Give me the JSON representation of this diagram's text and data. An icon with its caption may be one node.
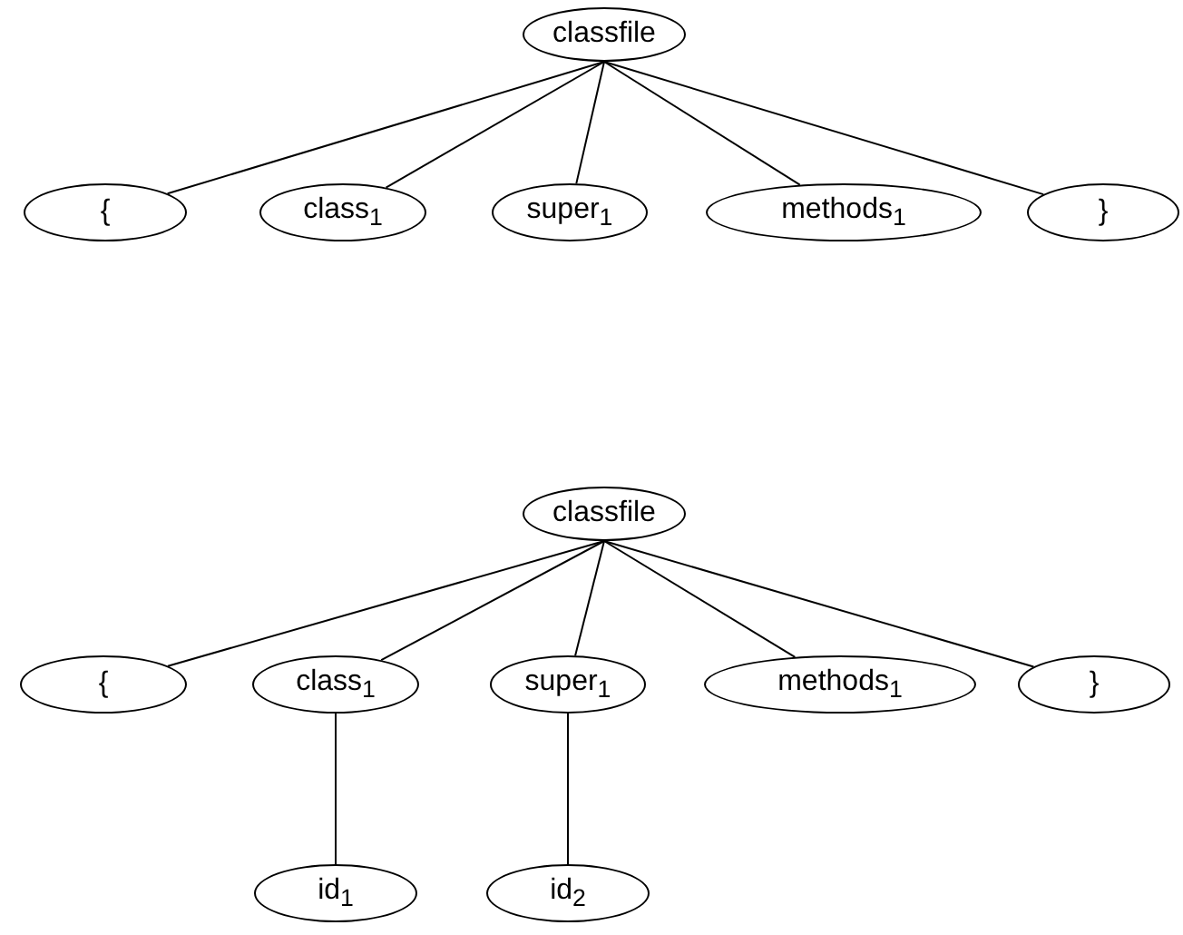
{
  "diagram": {
    "nodes": [
      {
        "text": [
          "classfile"
        ]
      },
      {
        "text": [
          "{"
        ]
      },
      {
        "text": [
          "class$_{1}$"
        ]
      },
      {
        "text": [
          "super$_{1}$"
        ]
      },
      {
        "text": [
          "methods$_{1}$"
        ]
      },
      {
        "text": [
          "}"
        ]
      },
      {
        "text": [
          "classfile"
        ]
      },
      {
        "text": [
          "{"
        ]
      },
      {
        "text": [
          "class$_{1}$"
        ]
      },
      {
        "text": [
          "super$_{1}$"
        ]
      },
      {
        "text": [
          "methods$_{1}$"
        ]
      },
      {
        "text": [
          "}"
        ]
      },
      {
        "text": [
          "id$_{1}$"
        ]
      },
      {
        "text": [
          "id$_{2}$"
        ]
      }
    ],
    "edges": [
      {
        "from": 0,
        "to": 1,
        "arrow": "none"
      },
      {
        "from": 0,
        "to": 2,
        "arrow": "none"
      },
      {
        "from": 0,
        "to": 3,
        "arrow": "none"
      },
      {
        "from": 0,
        "to": 4,
        "arrow": "none"
      },
      {
        "from": 0,
        "to": 5,
        "arrow": "none"
      },
      {
        "from": 6,
        "to": 7,
        "arrow": "none"
      },
      {
        "from": 6,
        "to": 8,
        "arrow": "none"
      },
      {
        "from": 6,
        "to": 9,
        "arrow": "none"
      },
      {
        "from": 6,
        "to": 10,
        "arrow": "none"
      },
      {
        "from": 6,
        "to": 11,
        "arrow": "none"
      },
      {
        "from": 8,
        "to": 12,
        "arrow": "none"
      },
      {
        "from": 9,
        "to": 13,
        "arrow": "none"
      }
    ]
  }
}
